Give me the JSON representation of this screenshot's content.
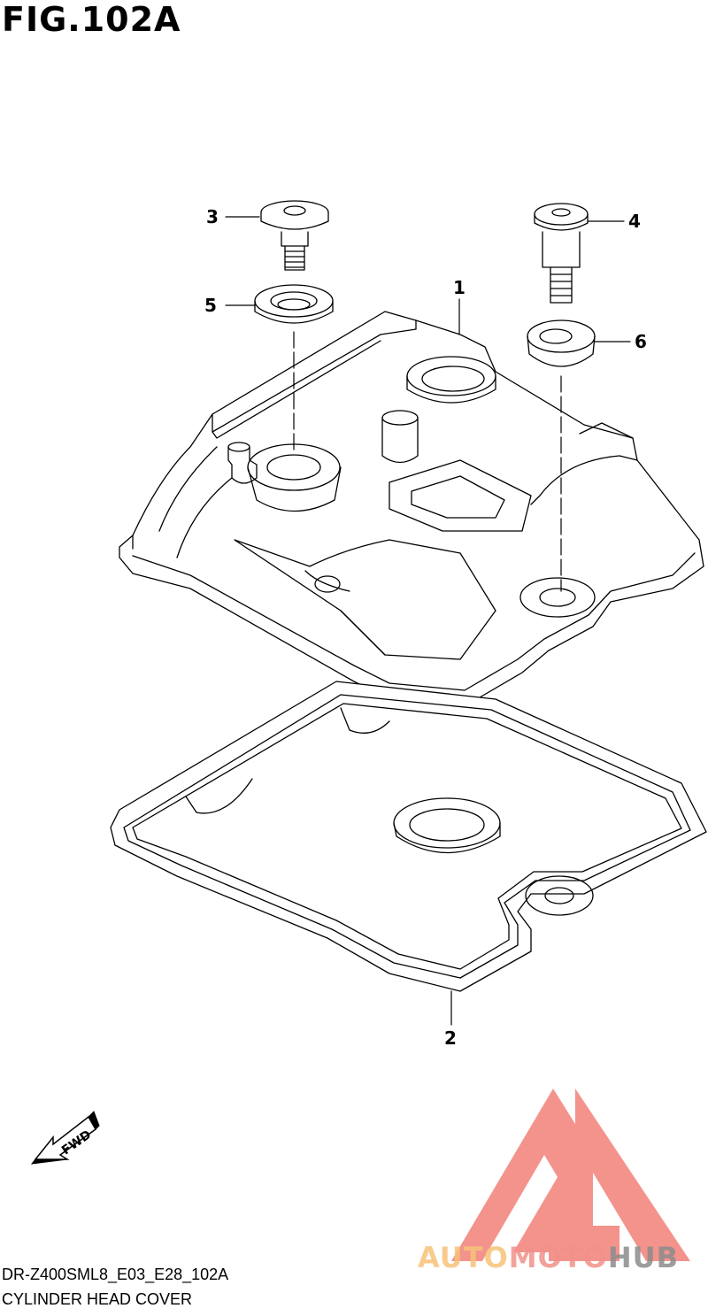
{
  "figure": {
    "title": "FIG.102A",
    "model_code": "DR-Z400SML8_E03_E28_102A",
    "caption": "CYLINDER HEAD COVER"
  },
  "callouts": {
    "c1": "1",
    "c2": "2",
    "c3": "3",
    "c4": "4",
    "c5": "5",
    "c6": "6"
  },
  "fwd_label": "FWD",
  "watermark": {
    "part1": "AUTO",
    "part2": "MOTO",
    "part3": "HUB",
    "colors": {
      "auto": "#f7c27a",
      "moto": "#f2918a",
      "hub": "#8c8c8c",
      "triangle": "#ef6f66"
    }
  }
}
